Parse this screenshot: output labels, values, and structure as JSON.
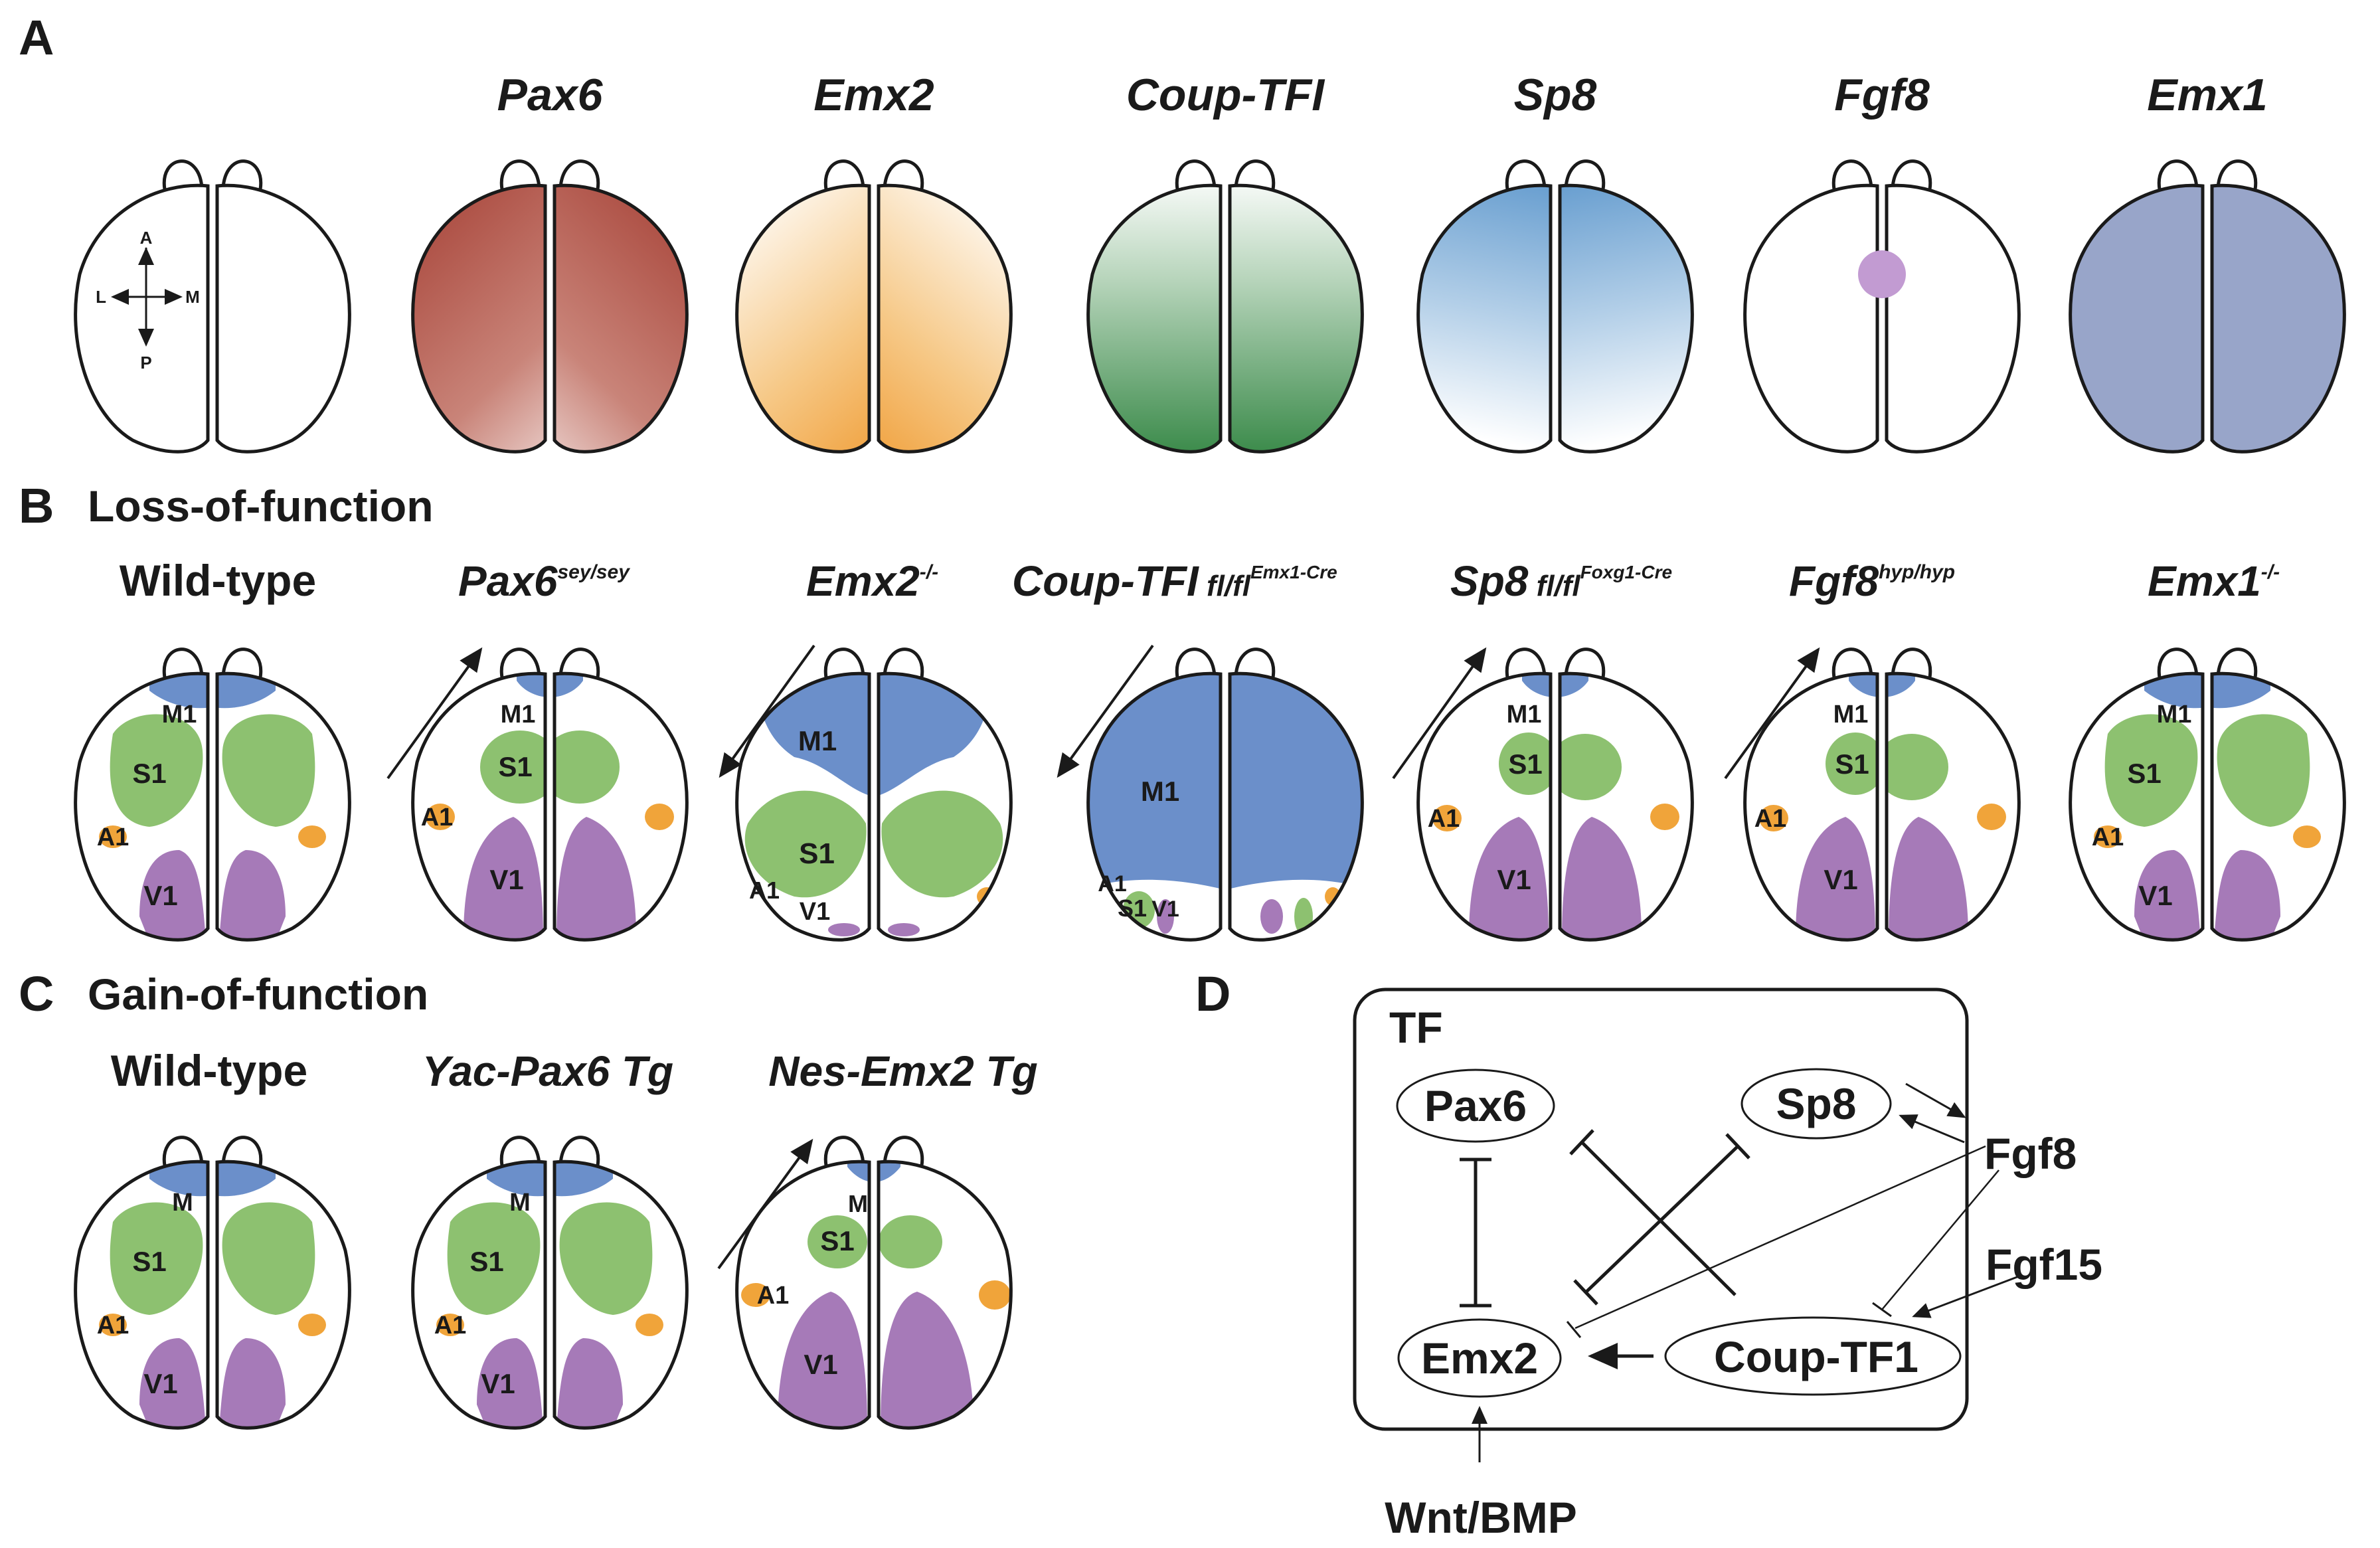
{
  "panels": {
    "a": {
      "letter": "A",
      "genes": [
        "Pax6",
        "Emx2",
        "Coup-TFI",
        "Sp8",
        "Fgf8",
        "Emx1"
      ]
    },
    "b": {
      "letter": "B",
      "title": "Loss-of-function"
    },
    "c": {
      "letter": "C",
      "title": "Gain-of-function"
    },
    "d": {
      "letter": "D"
    }
  },
  "axes": {
    "a": "A",
    "p": "P",
    "l": "L",
    "m": "M"
  },
  "loss_of_function": [
    {
      "base": "Wild-type",
      "sup": ""
    },
    {
      "base": "Pax6",
      "sup": "sey/sey"
    },
    {
      "base": "Emx2",
      "sup": "-/-"
    },
    {
      "base": "Coup-TFI",
      "mid": " fl/fl",
      "sup": "Emx1-Cre"
    },
    {
      "base": "Sp8",
      "mid": " fl/fl",
      "sup": "Foxg1-Cre"
    },
    {
      "base": "Fgf8",
      "sup": "hyp/hyp"
    },
    {
      "base": "Emx1",
      "sup": "-/-"
    }
  ],
  "gain_of_function": [
    "Wild-type",
    "Yac-Pax6 Tg",
    "Nes-Emx2 Tg"
  ],
  "areas": {
    "m1": "M1",
    "m": "M",
    "s1": "S1",
    "a1": "A1",
    "v1": "V1"
  },
  "network": {
    "box_label": "TF",
    "nodes": {
      "pax6": "Pax6",
      "sp8": "Sp8",
      "emx2": "Emx2",
      "couptf1": "Coup-TF1"
    },
    "outside": {
      "fgf8": "Fgf8",
      "fgf15": "Fgf15",
      "wntbmp": "Wnt/BMP"
    }
  },
  "colors": {
    "pax6": "#a8453a",
    "emx2": "#ee8f1c",
    "couptfi": "#3f8d4e",
    "sp8": "#5d97cc",
    "fgf8": "#c29bd2",
    "emx1": "#98a5c9",
    "motor": "#6b8fca",
    "somato": "#8dc170",
    "auditory": "#f0a43a",
    "visual": "#a67ab8"
  }
}
